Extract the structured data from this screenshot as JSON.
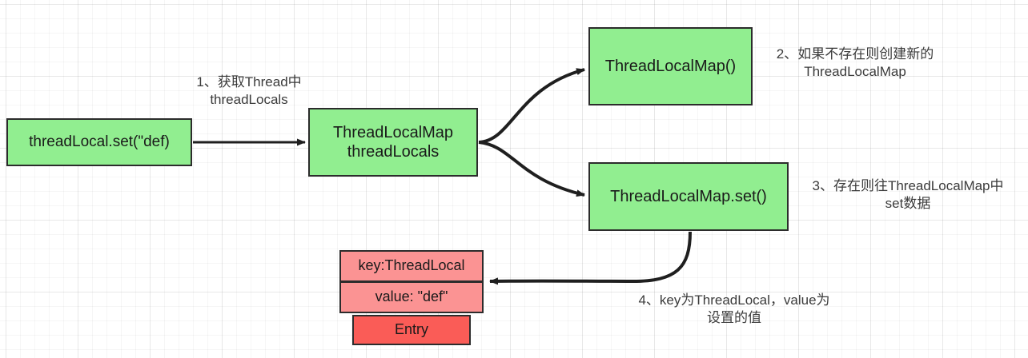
{
  "diagram": {
    "title": "ThreadLocal set flow",
    "colors": {
      "node_green": "#91ee90",
      "node_pink": "#fb9393",
      "node_red": "#fa5c57",
      "border": "#2c2c2c",
      "text": "#1a1a1a",
      "note_text": "#3b3b3b",
      "background": "#ffffff",
      "grid_line": "rgba(0,0,0,0.055)"
    },
    "nodes": {
      "thread_local_set": "threadLocal.set(\"def)",
      "thread_locals_field": "ThreadLocalMap\nthreadLocals",
      "thread_local_map_ctor": "ThreadLocalMap()",
      "thread_local_map_set": "ThreadLocalMap.set()",
      "entry_key": "key:ThreadLocal",
      "entry_value": "value: \"def\"",
      "entry_label": "Entry"
    },
    "notes": {
      "step1": "1、获取Thread中\nthreadLocals",
      "step2": "2、如果不存在则创建新的\nThreadLocalMap",
      "step3": "3、存在则往ThreadLocalMap中\nset数据",
      "step4": "4、key为ThreadLocal，value为\n设置的值"
    }
  }
}
